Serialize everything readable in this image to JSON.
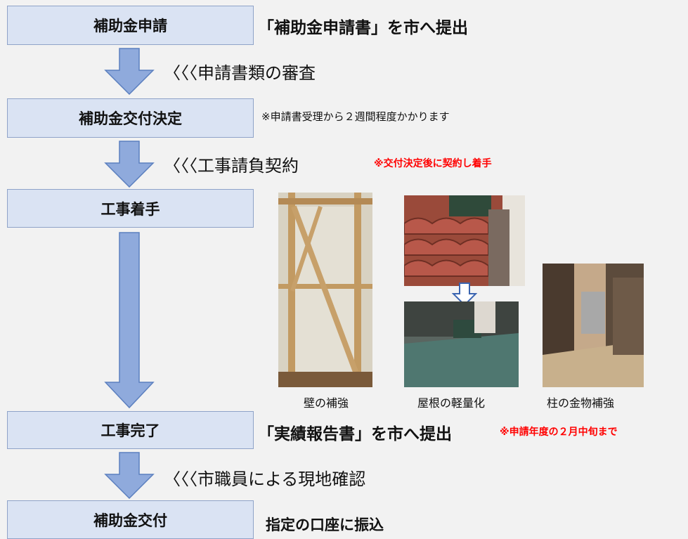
{
  "steps": [
    {
      "label": "補助金申請"
    },
    {
      "label": "補助金交付決定"
    },
    {
      "label": "工事着手"
    },
    {
      "label": "工事完了"
    },
    {
      "label": "補助金交付"
    }
  ],
  "notes": {
    "application": "「補助金申請書」を市へ提出",
    "review": "〈〈〈申請書類の審査",
    "decision_note": "※申請書受理から２週間程度かかります",
    "contract": "〈〈〈工事請負契約",
    "contract_warning": "※交付決定後に契約し着手",
    "completion": "「実績報告書」を市へ提出",
    "completion_deadline": "※申請年度の２月中旬まで",
    "inspection": "〈〈〈市職員による現地確認",
    "transfer": "指定の口座に振込"
  },
  "photos": {
    "wall_caption": "壁の補強",
    "roof_caption": "屋根の軽量化",
    "pillar_caption": "柱の金物補強"
  },
  "colors": {
    "box_fill": "#dae3f3",
    "arrow_fill": "#8faadc",
    "warning": "#ff0000"
  }
}
